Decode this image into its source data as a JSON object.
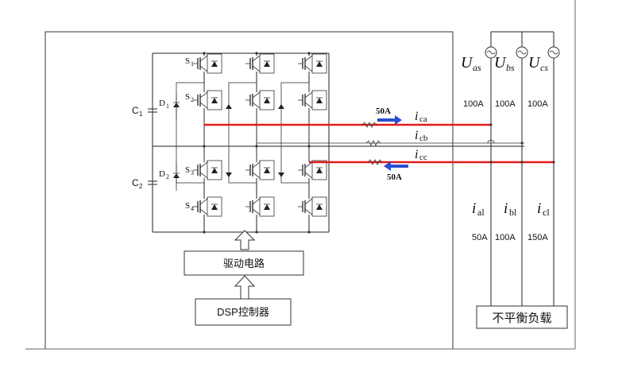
{
  "labels": {
    "c1_sub": "1",
    "c2_sub": "2",
    "d1_sub": "1",
    "d2_sub": "2",
    "s1_sub": "1",
    "s2_sub": "2",
    "s3_sub": "3",
    "s4_sub": "4",
    "ica_sub": "ca",
    "icb_sub": "cb",
    "icc_sub": "cc",
    "uas_sub": "as",
    "ubs_sub": "bs",
    "ucs_sub": "cs",
    "ial_sub": "al",
    "ibl_sub": "bl",
    "icl_sub": "cl"
  },
  "currents": {
    "ica_arrow": "50A",
    "icc_arrow": "50A",
    "source": [
      "100A",
      "100A",
      "100A"
    ],
    "load": [
      "50A",
      "100A",
      "150A"
    ]
  },
  "blocks": {
    "driver": "驱动电路",
    "dsp": "DSP控制器",
    "load": "不平衡负载"
  }
}
